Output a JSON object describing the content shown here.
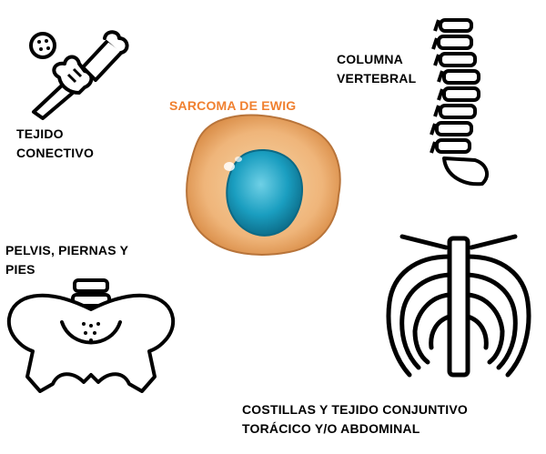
{
  "diagram": {
    "title": "SARCOMA DE EWIG",
    "labels": {
      "connective_tissue": [
        "TEJIDO",
        "CONECTIVO"
      ],
      "spine": [
        "COLUMNA",
        "VERTEBRAL"
      ],
      "pelvis": [
        "PELVIS, PIERNAS Y",
        "PIES"
      ],
      "ribs": [
        "COSTILLAS Y TEJIDO CONJUNTIVO",
        "TORÁCICO Y/O ABDOMINAL"
      ]
    },
    "icons": [
      "bone-joint-icon",
      "spine-icon",
      "sarcoma-cell-icon",
      "pelvis-icon",
      "ribcage-icon"
    ],
    "colors": {
      "title": "#f08030",
      "cell_outer": "#e8a86a",
      "cell_inner": "#f6d4a4",
      "nucleus": "#1a9ec0",
      "line_art": "#000000"
    }
  }
}
